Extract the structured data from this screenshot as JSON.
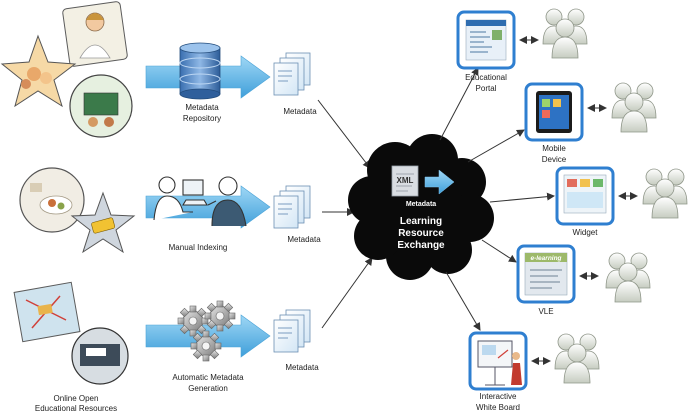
{
  "sources": [
    {
      "label_lines": [
        "Metadata",
        "Repository"
      ],
      "metadata_label": "Metadata"
    },
    {
      "label_lines": [
        "Manual Indexing"
      ],
      "metadata_label": "Metadata"
    },
    {
      "label_lines": [
        "Automatic Metadata",
        "Generation"
      ],
      "metadata_label": "Metadata"
    }
  ],
  "oer_label_lines": [
    "Online Open",
    "Educational Resources"
  ],
  "hub": {
    "xml_label": "XML",
    "metadata_label": "Metadata",
    "title_lines": [
      "Learning",
      "Resource",
      "Exchange"
    ]
  },
  "outputs": [
    {
      "label_lines": [
        "Educational",
        "Portal"
      ],
      "icon": "portal-icon"
    },
    {
      "label_lines": [
        "Mobile",
        "Device"
      ],
      "icon": "tablet-icon"
    },
    {
      "label_lines": [
        "Widget"
      ],
      "icon": "widget-icon"
    },
    {
      "label_lines": [
        "VLE"
      ],
      "icon": "vle-icon"
    },
    {
      "label_lines": [
        "Interactive",
        "White Board"
      ],
      "icon": "whiteboard-icon"
    }
  ],
  "colors": {
    "arrow_blue": "#5ab4e6",
    "cloud": "#0a0a0a",
    "frame_blue": "#2f7fd0",
    "users": "#d6dad2"
  }
}
